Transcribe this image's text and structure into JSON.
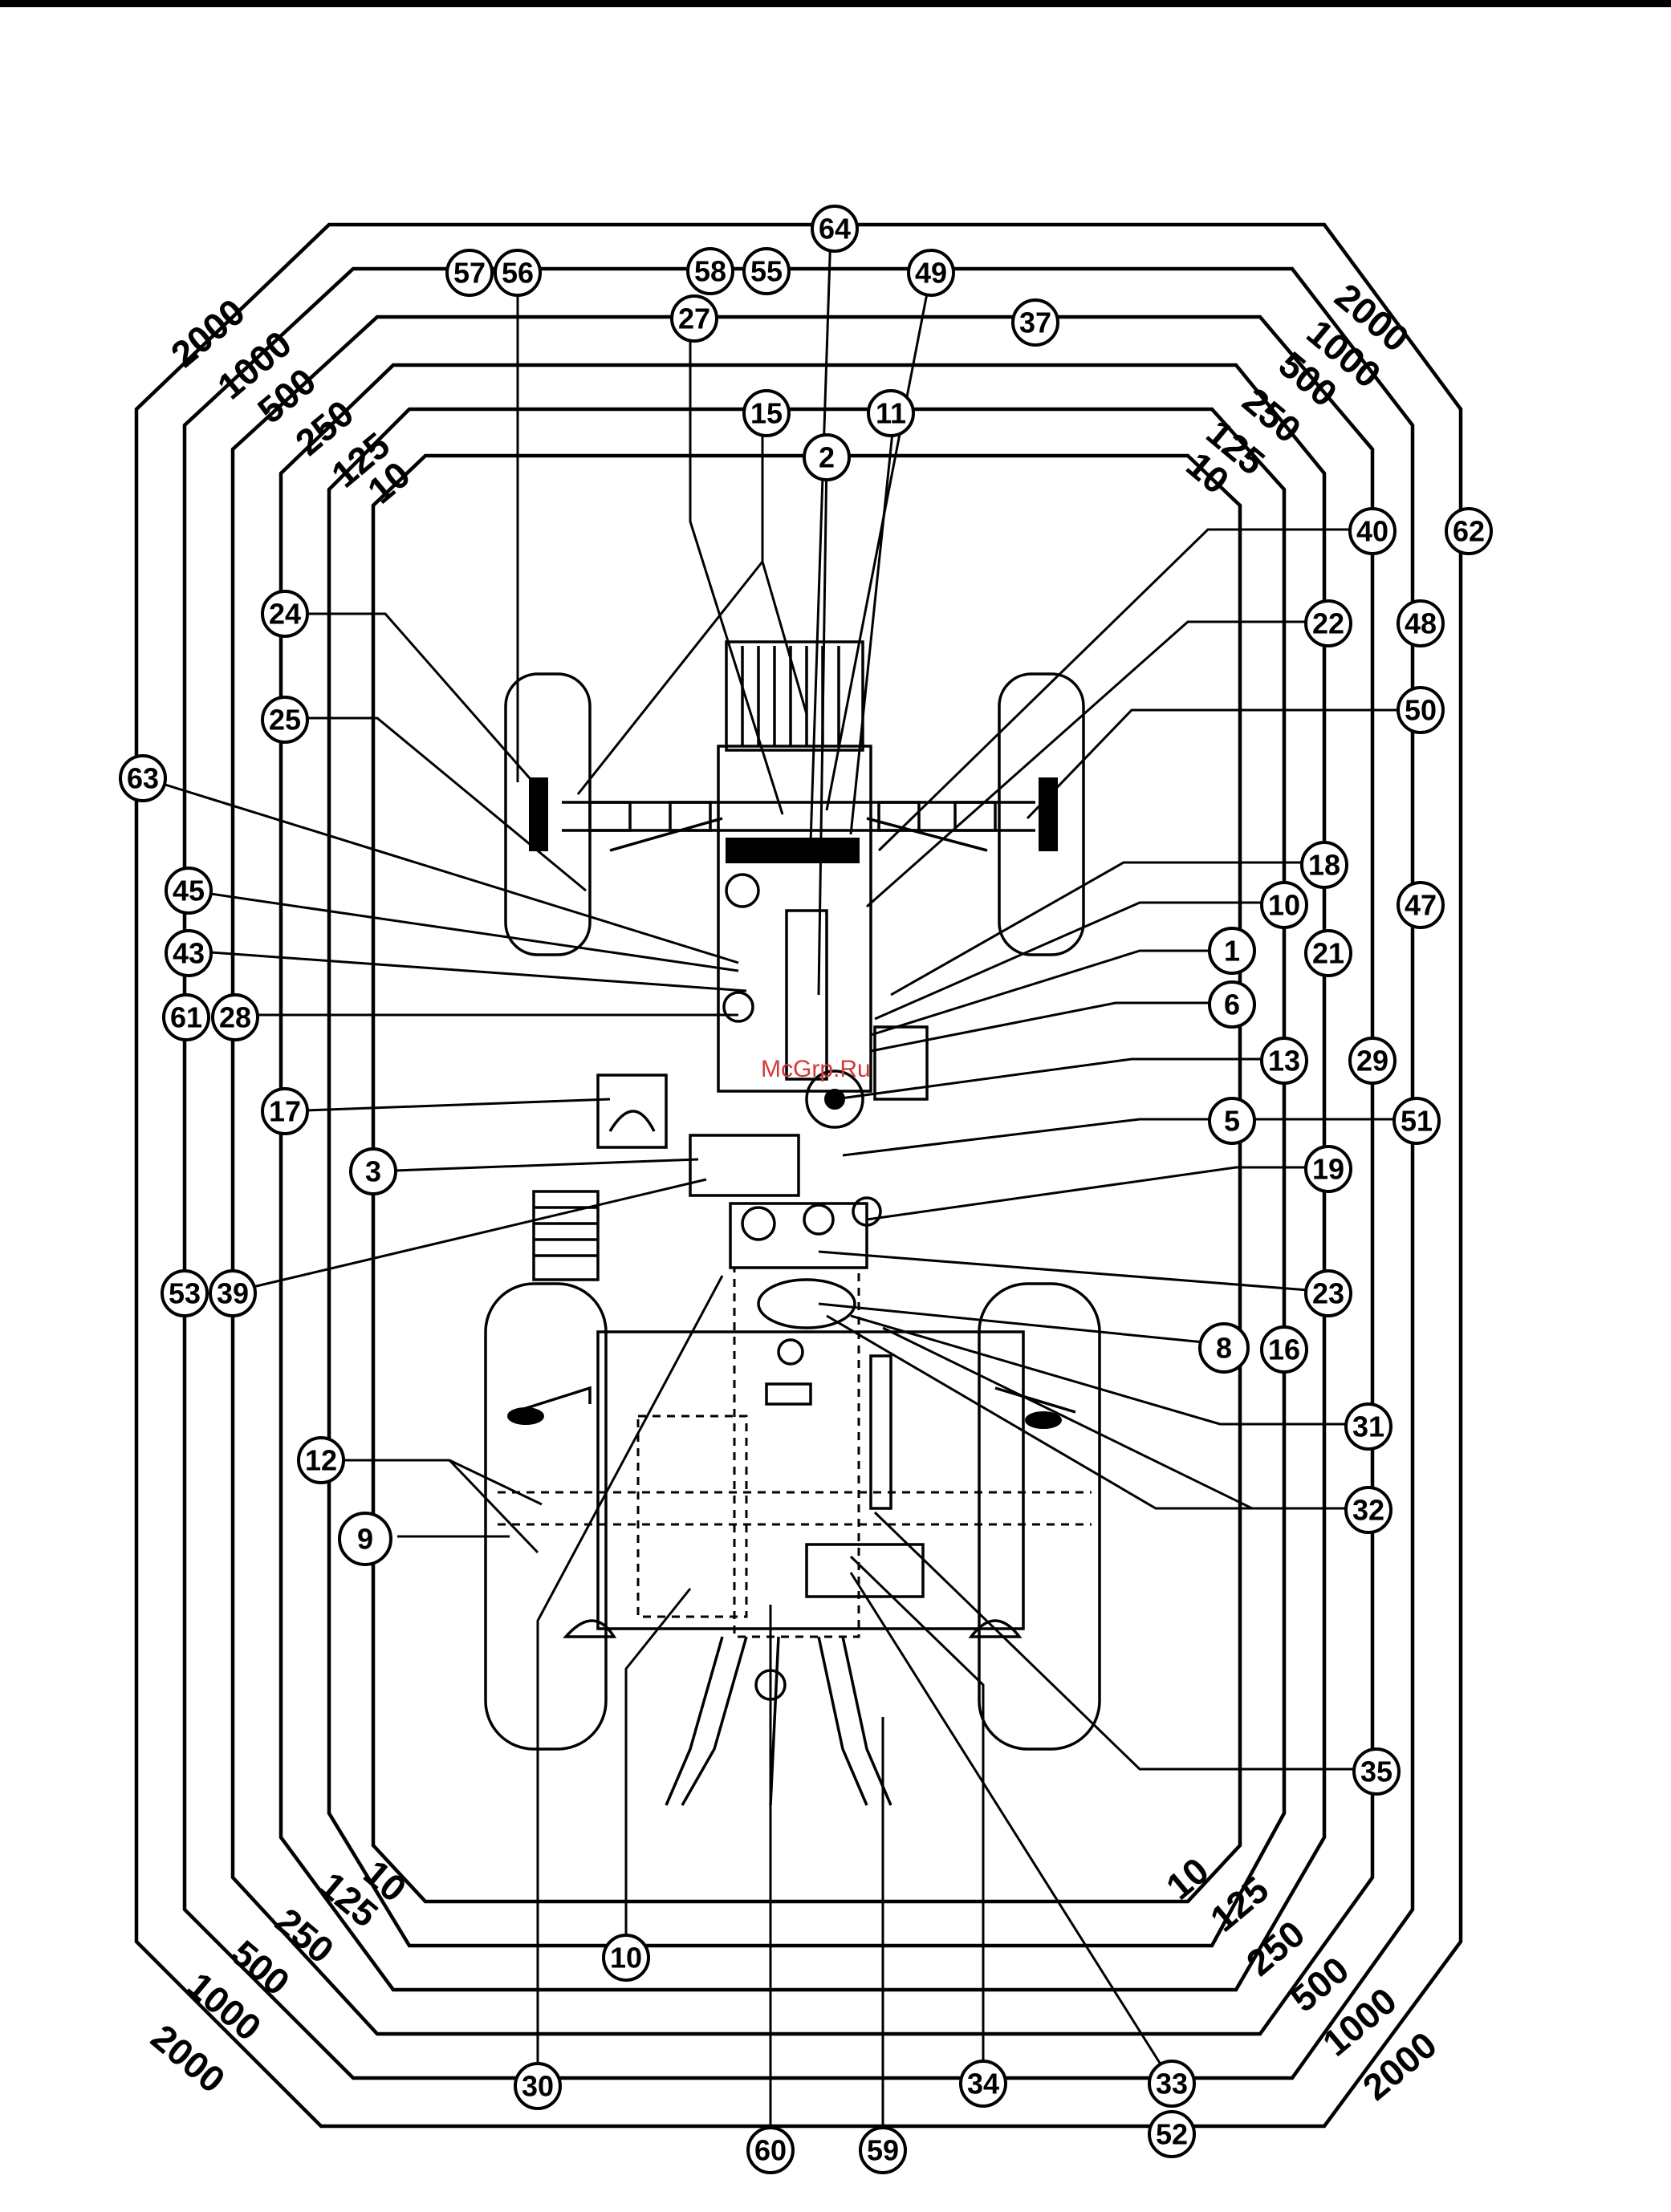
{
  "watermark": "McGrp.Ru",
  "interval_labels": [
    "10",
    "125",
    "250",
    "500",
    "1000",
    "2000"
  ],
  "callouts": [
    {
      "id": "c57",
      "label": "57"
    },
    {
      "id": "c56",
      "label": "56"
    },
    {
      "id": "c58",
      "label": "58"
    },
    {
      "id": "c55",
      "label": "55"
    },
    {
      "id": "c64",
      "label": "64"
    },
    {
      "id": "c49",
      "label": "49"
    },
    {
      "id": "c27",
      "label": "27"
    },
    {
      "id": "c37",
      "label": "37"
    },
    {
      "id": "c15",
      "label": "15"
    },
    {
      "id": "c11",
      "label": "11"
    },
    {
      "id": "c2",
      "label": "2"
    },
    {
      "id": "c40",
      "label": "40"
    },
    {
      "id": "c62",
      "label": "62"
    },
    {
      "id": "c22",
      "label": "22"
    },
    {
      "id": "c48",
      "label": "48"
    },
    {
      "id": "c50",
      "label": "50"
    },
    {
      "id": "c24",
      "label": "24"
    },
    {
      "id": "c25",
      "label": "25"
    },
    {
      "id": "c63",
      "label": "63"
    },
    {
      "id": "c18",
      "label": "18"
    },
    {
      "id": "c10a",
      "label": "10"
    },
    {
      "id": "c47",
      "label": "47"
    },
    {
      "id": "c45",
      "label": "45"
    },
    {
      "id": "c1",
      "label": "1"
    },
    {
      "id": "c21",
      "label": "21"
    },
    {
      "id": "c43",
      "label": "43"
    },
    {
      "id": "c61",
      "label": "61"
    },
    {
      "id": "c28",
      "label": "28"
    },
    {
      "id": "c6",
      "label": "6"
    },
    {
      "id": "c13",
      "label": "13"
    },
    {
      "id": "c29",
      "label": "29"
    },
    {
      "id": "c17",
      "label": "17"
    },
    {
      "id": "c5",
      "label": "5"
    },
    {
      "id": "c51",
      "label": "51"
    },
    {
      "id": "c3",
      "label": "3"
    },
    {
      "id": "c19",
      "label": "19"
    },
    {
      "id": "c53",
      "label": "53"
    },
    {
      "id": "c39",
      "label": "39"
    },
    {
      "id": "c23",
      "label": "23"
    },
    {
      "id": "c8",
      "label": "8"
    },
    {
      "id": "c16",
      "label": "16"
    },
    {
      "id": "c12",
      "label": "12"
    },
    {
      "id": "c31",
      "label": "31"
    },
    {
      "id": "c9",
      "label": "9"
    },
    {
      "id": "c32",
      "label": "32"
    },
    {
      "id": "c35",
      "label": "35"
    },
    {
      "id": "c10b",
      "label": "10"
    },
    {
      "id": "c30",
      "label": "30"
    },
    {
      "id": "c34",
      "label": "34"
    },
    {
      "id": "c33",
      "label": "33"
    },
    {
      "id": "c60",
      "label": "60"
    },
    {
      "id": "c59",
      "label": "59"
    },
    {
      "id": "c52",
      "label": "52"
    }
  ]
}
